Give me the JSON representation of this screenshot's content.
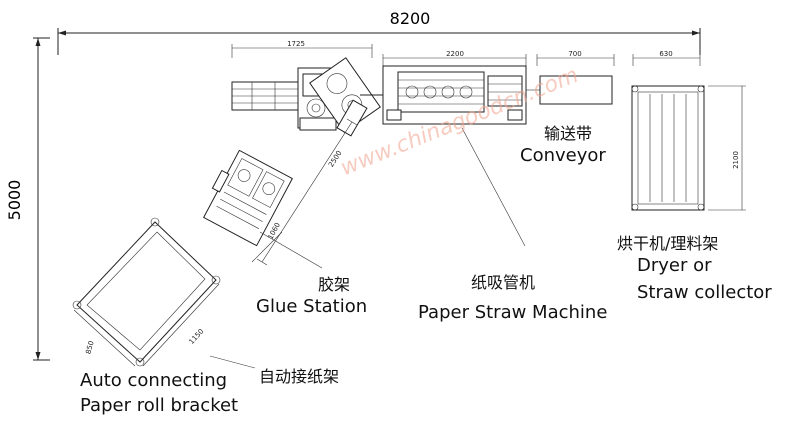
{
  "dimensions": {
    "total_length": "8200",
    "total_width": "5000",
    "guide_section": "1725",
    "paper_straw_machine": "2200",
    "conveyor": "700",
    "dryer": "630",
    "dryer_length": "2100",
    "glue_link": "2500",
    "glue_station": "1060",
    "bracket_side": "850",
    "bracket_length": "1150"
  },
  "labels": {
    "conveyor_cn": "输送带",
    "conveyor_en": "Conveyor",
    "dryer_cn": "烘干机/理料架",
    "dryer_en_1": "Dryer or",
    "dryer_en_2": "Straw collector",
    "paper_straw_cn": "纸吸管机",
    "paper_straw_en": "Paper Straw Machine",
    "glue_cn": "胶架",
    "glue_en": "Glue Station",
    "bracket_cn": "自动接纸架",
    "bracket_en_1": "Auto connecting",
    "bracket_en_2": "Paper roll bracket"
  },
  "watermark": "www.chinagoodcn.com"
}
